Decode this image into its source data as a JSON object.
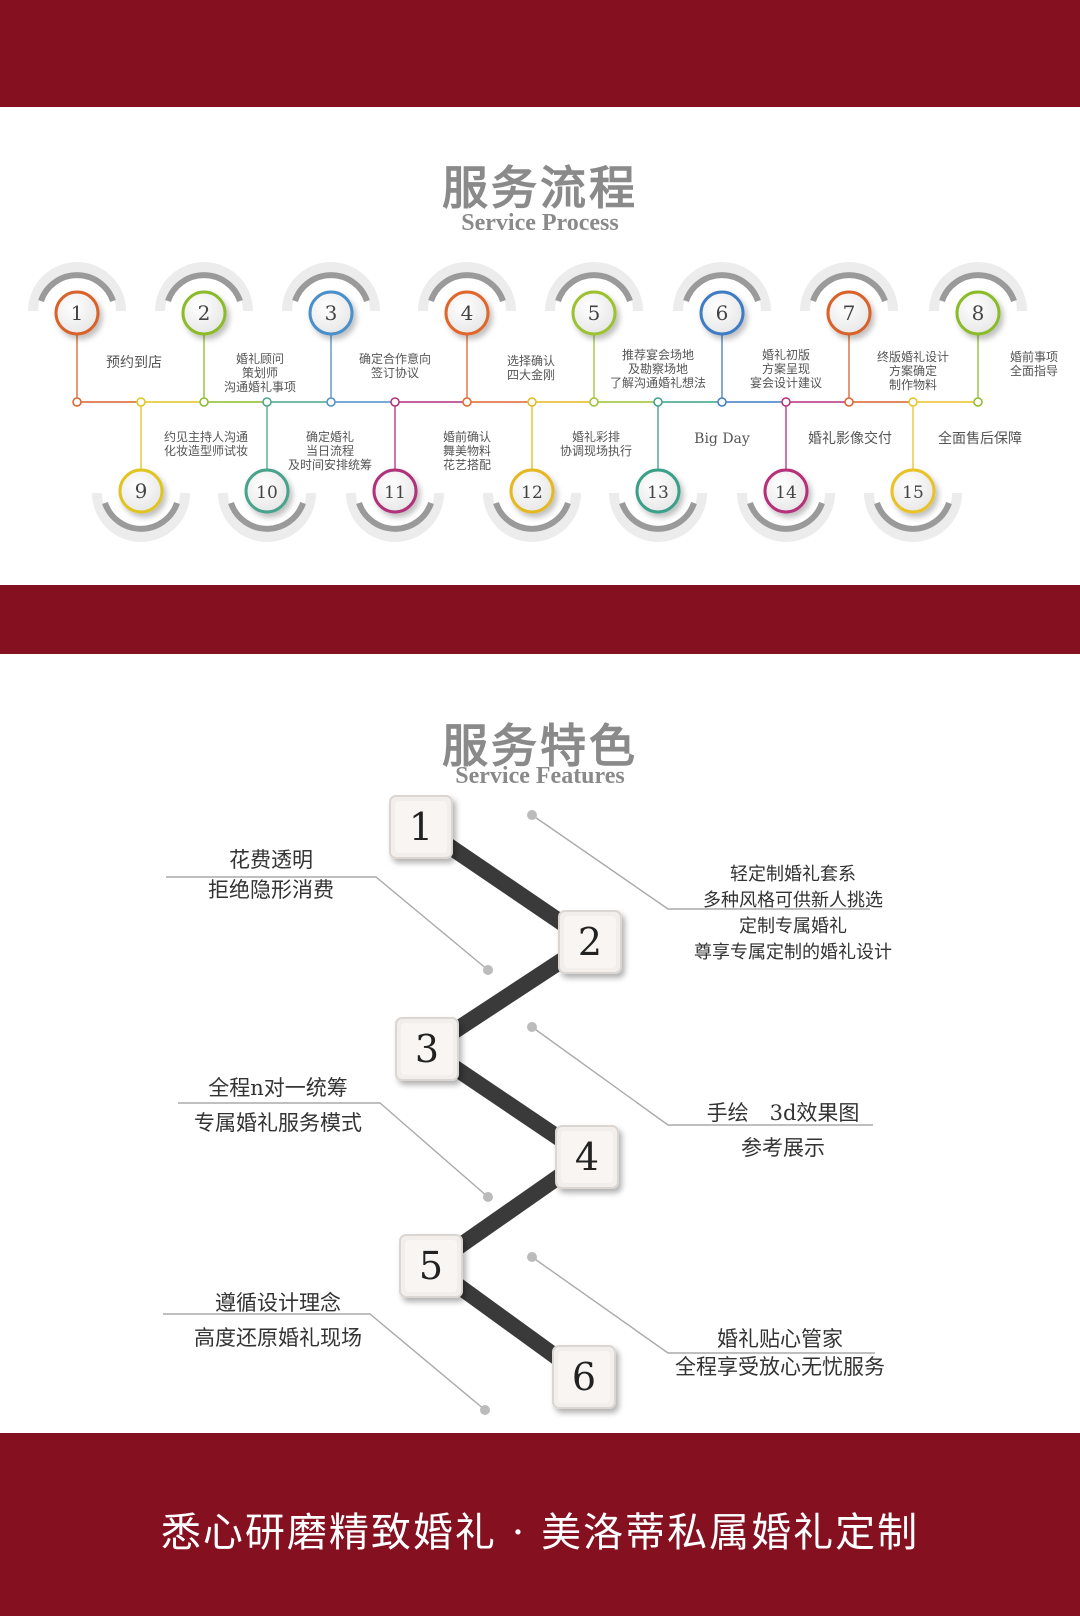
{
  "process": {
    "title_cn": "服务流程",
    "title_en": "Service Process",
    "steps": [
      {
        "num": "1",
        "label": "预约到店",
        "color": "#d9622a"
      },
      {
        "num": "2",
        "label": "婚礼顾问\n策划师\n沟通婚礼事项",
        "color": "#8cbb2a"
      },
      {
        "num": "3",
        "label": "确定合作意向\n签订协议",
        "color": "#4a8fc9"
      },
      {
        "num": "4",
        "label": "选择确认\n四大金刚",
        "color": "#e0662c"
      },
      {
        "num": "5",
        "label": "推荐宴会场地\n及勘察场地\n了解沟通婚礼想法",
        "color": "#9cc232"
      },
      {
        "num": "6",
        "label": "婚礼初版\n方案呈现\n宴会设计建议",
        "color": "#3f7cc4"
      },
      {
        "num": "7",
        "label": "终版婚礼设计\n方案确定\n制作物料",
        "color": "#d9622a"
      },
      {
        "num": "8",
        "label": "婚前事项\n全面指导",
        "color": "#8cbb2a"
      },
      {
        "num": "9",
        "label": "约见主持人沟通\n化妆造型师试妆",
        "color": "#e0c420"
      },
      {
        "num": "10",
        "label": "确定婚礼\n当日流程\n及时间安排统筹",
        "color": "#4aa38c"
      },
      {
        "num": "11",
        "label": "婚前确认\n舞美物料\n花艺搭配",
        "color": "#b0307a"
      },
      {
        "num": "12",
        "label": "婚礼彩排\n协调现场执行",
        "color": "#e5b820"
      },
      {
        "num": "13",
        "label": "Big Day",
        "color": "#3aa088"
      },
      {
        "num": "14",
        "label": "婚礼影像交付",
        "color": "#b5307a"
      },
      {
        "num": "15",
        "label": "全面售后保障",
        "color": "#e8c225"
      }
    ]
  },
  "features": {
    "title_cn": "服务特色",
    "title_en": "Service Features",
    "items": [
      {
        "num": "1",
        "text": "花费透明\n拒绝隐形消费"
      },
      {
        "num": "2",
        "text": "轻定制婚礼套系\n多种风格可供新人挑选\n定制专属婚礼\n尊享专属定制的婚礼设计"
      },
      {
        "num": "3",
        "text": "全程n对一统筹\n专属婚礼服务模式"
      },
      {
        "num": "4",
        "text": "手绘　3d效果图\n参考展示"
      },
      {
        "num": "5",
        "text": "遵循设计理念\n高度还原婚礼现场"
      },
      {
        "num": "6",
        "text": "婚礼贴心管家\n全程享受放心无忧服务"
      }
    ]
  },
  "footer": {
    "slogan": "悉心研磨精致婚礼 · 美洛蒂私属婚礼定制"
  }
}
